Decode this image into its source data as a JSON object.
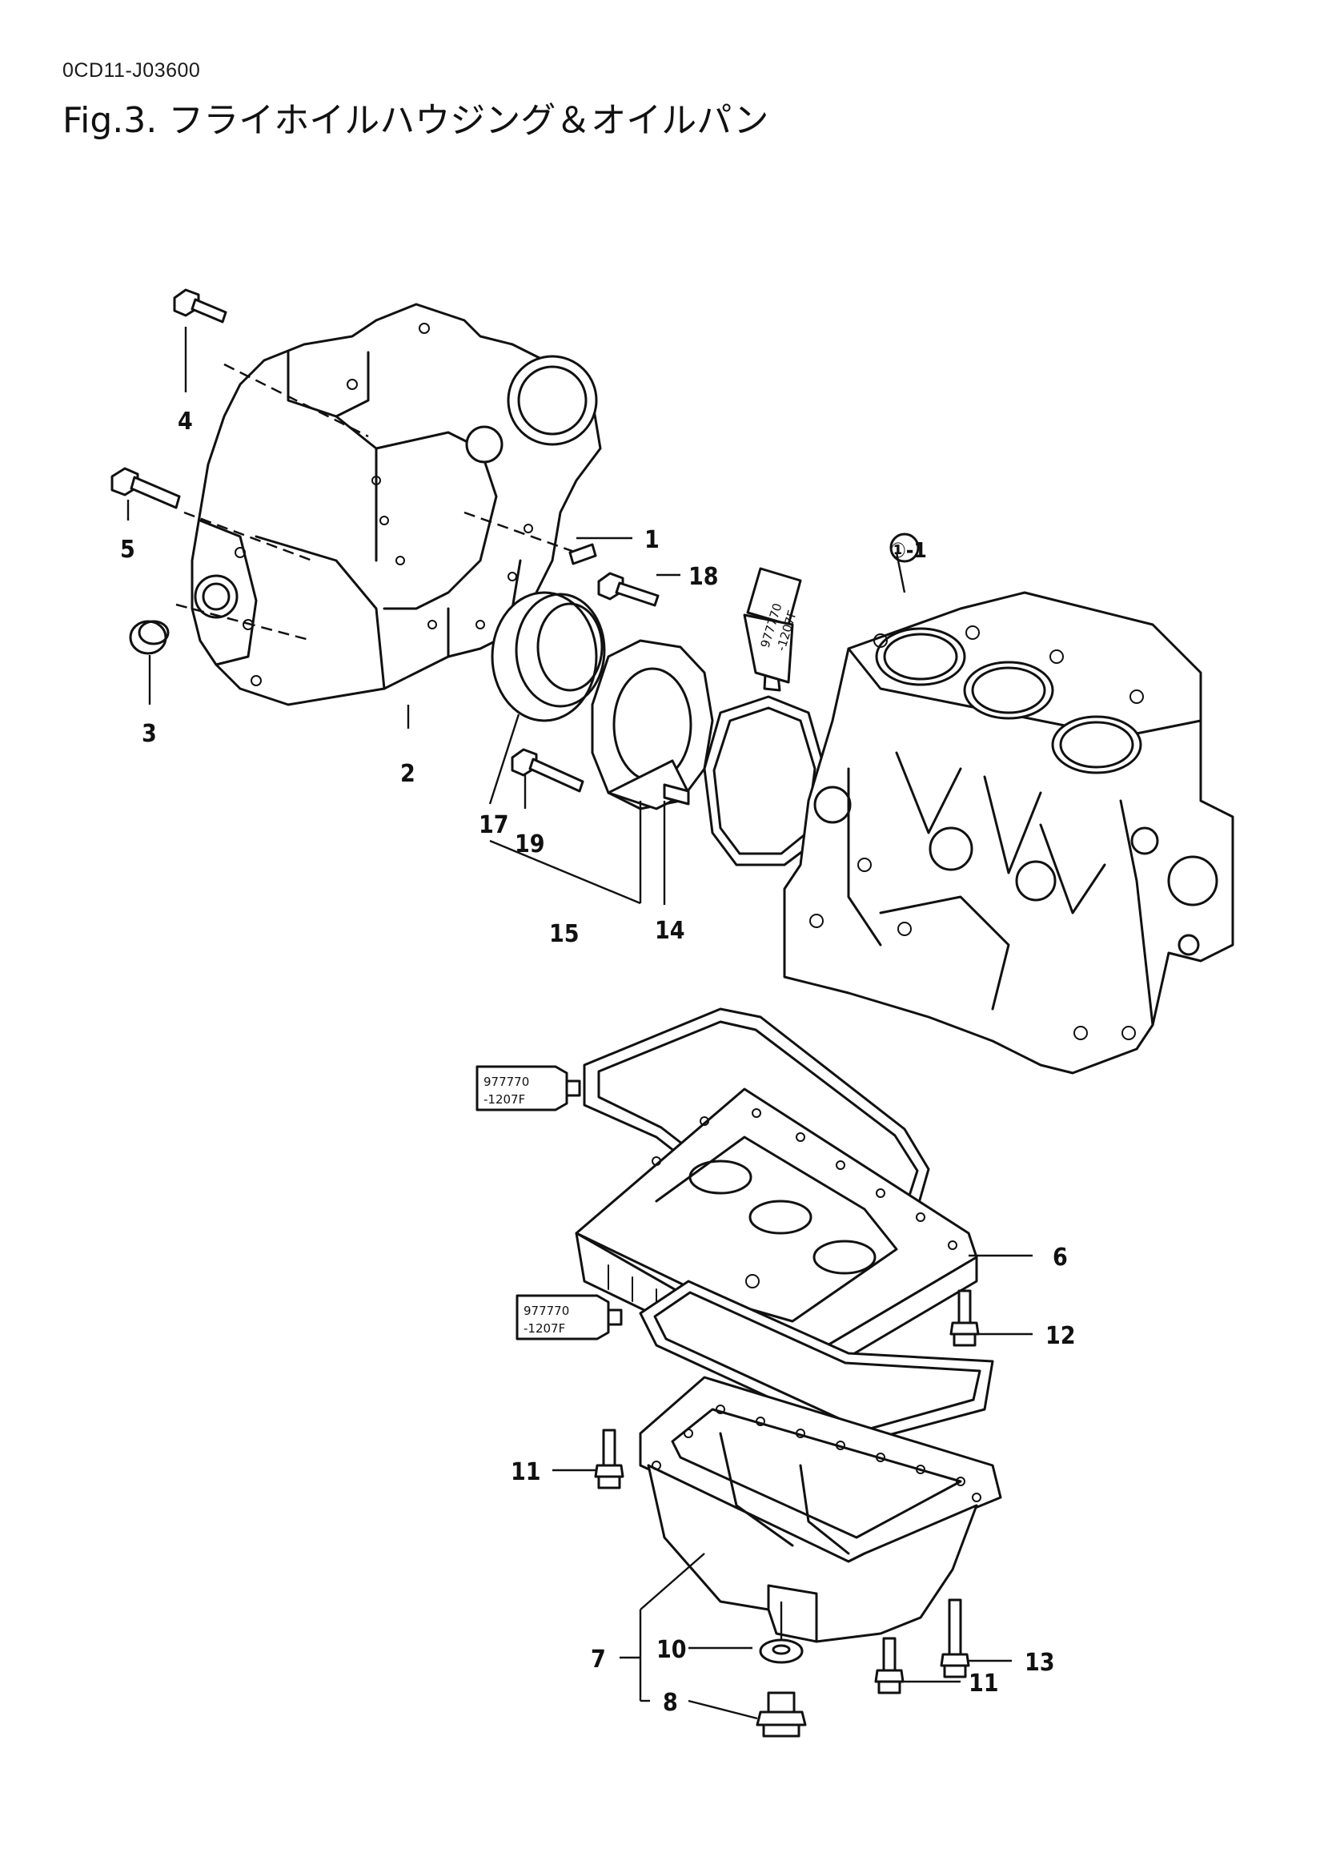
{
  "header": {
    "doc_code": "0CD11-J03600",
    "title": "Fig.3.  フライホイルハウジング＆オイルパン"
  },
  "callouts": [
    "1",
    "18",
    "①-1",
    "4",
    "5",
    "3",
    "2",
    "17",
    "19",
    "15",
    "14",
    "6",
    "12",
    "11",
    "13",
    "7",
    "10",
    "8"
  ],
  "sealant_tubes": [
    {
      "line1": "977770",
      "line2": "-1207F"
    },
    {
      "line1": "977770",
      "line2": "-1207F"
    },
    {
      "line1": "977770",
      "line2": "-1207F"
    }
  ]
}
